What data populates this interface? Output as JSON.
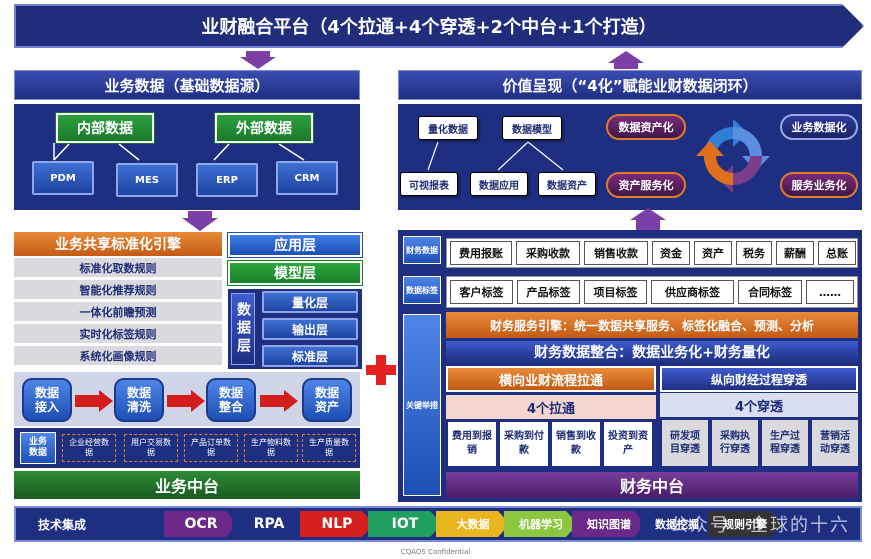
{
  "top_banner": "业财融合平台（4个拉通+4个穿透+2个中台+1个打造）",
  "left_data": {
    "title": "业务数据（基础数据源）",
    "internal": "内部数据",
    "external": "外部数据",
    "systems": [
      "PDM",
      "MES",
      "ERP",
      "CRM"
    ]
  },
  "right_value": {
    "title": "价值呈现（“4化”赋能业财数据闭环）",
    "boxes": [
      "量化数据",
      "数据模型",
      "可视报表",
      "数据应用",
      "数据资产"
    ],
    "pills": [
      "数据资产化",
      "资产服务化",
      "业务数据化",
      "服务业务化"
    ]
  },
  "engine": {
    "title": "业务共享标准化引擎",
    "rules": [
      "标准化取数规则",
      "智能化推荐规则",
      "一体化前瞻预测",
      "实时化标签规则",
      "系统化画像规则"
    ]
  },
  "layers": {
    "app": "应用层",
    "model": "模型层",
    "data": "数据层",
    "quant": "量化层",
    "output": "输出层",
    "standard": "标准层"
  },
  "flow": [
    "数据接入",
    "数据清洗",
    "数据整合",
    "数据资产"
  ],
  "biz_data": {
    "label": "业务数据",
    "items": [
      "企业经营数据",
      "用户交易数据",
      "产品订单数据",
      "生产物料数据",
      "生产质量数据"
    ]
  },
  "biz_center": "业务中台",
  "right_side": {
    "fin_data_label": "财务数据",
    "data_tag_label": "数据标签",
    "key_label": "关键举措",
    "fin_items": [
      "费用报账",
      "采购收款",
      "销售收款",
      "资金",
      "资产",
      "税务",
      "薪酬",
      "总账"
    ],
    "tag_items": [
      "客户标签",
      "产品标签",
      "项目标签",
      "供应商标签",
      "合同标签",
      "……"
    ],
    "engine_text": "财务服务引擎：统一数据共享服务、标签化融合、预测、分析",
    "integration": "财务数据整合：数据业务化+财务量化",
    "horizontal": "横向业财流程拉通",
    "vertical": "纵向财经过程穿透",
    "h_count": "4个拉通",
    "v_count": "4个穿透",
    "h_items": [
      "费用到报销",
      "采购到付款",
      "销售到收款",
      "投资到资产"
    ],
    "v_items": [
      "研发项目穿透",
      "采购执行穿透",
      "生产过程穿透",
      "营销活动穿透"
    ],
    "fin_center": "财务中台"
  },
  "tech": {
    "label": "技术集成",
    "items": [
      "OCR",
      "RPA",
      "NLP",
      "IOT",
      "大数据",
      "机器学习",
      "知识图谱",
      "数据挖掘",
      "规则引擎"
    ],
    "watermark": "公众号・全球的十六"
  },
  "footer": "CQAOS Confidential",
  "colors": {
    "navy": "#1e2f82",
    "purple": "#6b2a8a",
    "green": "#1a8a30",
    "orange": "#c85a1a",
    "red": "#e52020"
  }
}
